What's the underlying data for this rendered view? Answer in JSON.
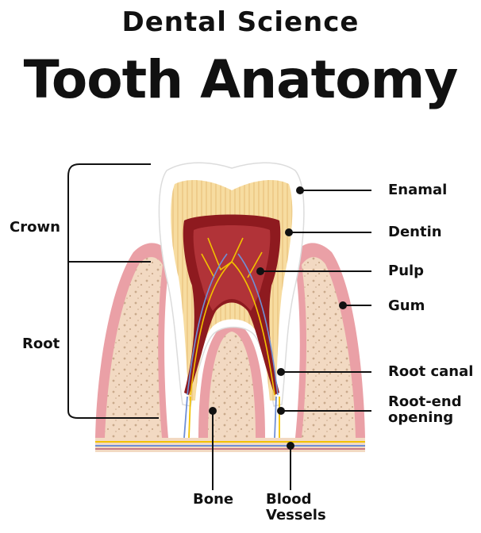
{
  "header": {
    "subtitle": "Dental Science",
    "title": "Tooth Anatomy"
  },
  "labels": {
    "crown": "Crown",
    "root": "Root",
    "enamal": "Enamal",
    "dentin": "Dentin",
    "pulp": "Pulp",
    "gum": "Gum",
    "root_canal": "Root canal",
    "root_end_1": "Root-end",
    "root_end_2": "opening",
    "bone": "Bone",
    "blood_1": "Blood",
    "blood_2": "Vessels"
  },
  "colors": {
    "enamel": "#ffffff",
    "dentin": "#f7dca0",
    "pulp": "#8e1a1f",
    "gum": "#eaa0a6",
    "bone": "#f2d9c2",
    "nerve": "#f2c200",
    "vessel": "#6f8fd6"
  }
}
